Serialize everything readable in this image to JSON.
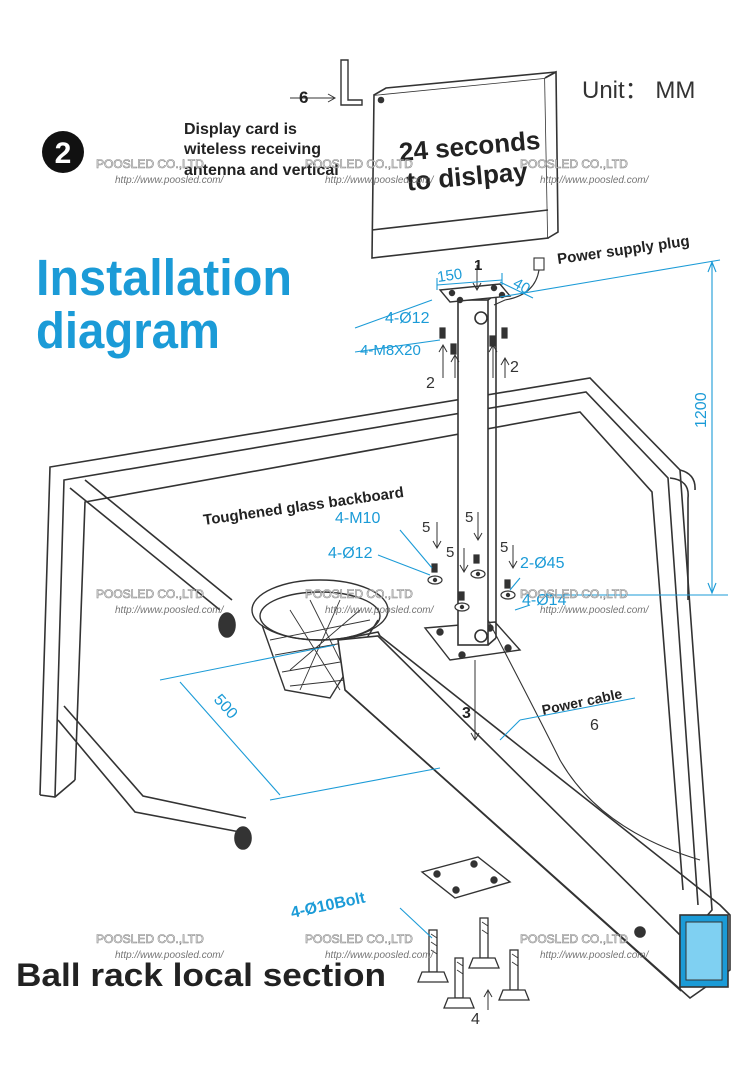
{
  "step_badge": "2",
  "title_line1": "Installation",
  "title_line2": "diagram",
  "unit": "Unit： MM",
  "display_text_line1": "24 seconds",
  "display_text_line2": "to dislpay",
  "antenna_label": "6",
  "antenna_note": [
    "Display card is",
    "witeless receiving",
    "antenna and vertical"
  ],
  "power_plug": "Power supply plug",
  "backboard": "Toughened glass backboard",
  "power_cable": "Power cable",
  "power_cable_num": "6",
  "section_title": "Ball rack local section",
  "dims": {
    "d150": "150",
    "d40": "40",
    "d1200": "1200",
    "d500": "500",
    "hole_4_12_top": "4-Ø12",
    "m8x20": "4-M8X20",
    "m10": "4-M10",
    "hole_4_12_mid": "4-Ø12",
    "hole_2_45": "2-Ø45",
    "hole_4_14": "4-Ø14",
    "bolt": "4-Ø10Bolt"
  },
  "callouts": {
    "c1": "1",
    "c2a": "2",
    "c2b": "2",
    "c3": "3",
    "c4": "4",
    "c5a": "5",
    "c5b": "5",
    "c5c": "5",
    "c5d": "5"
  },
  "watermark": {
    "company": "POOSLED CO.,LTD",
    "url": "http://www.poosled.com/"
  },
  "colors": {
    "accent": "#1b9bd7",
    "line": "#333333"
  }
}
